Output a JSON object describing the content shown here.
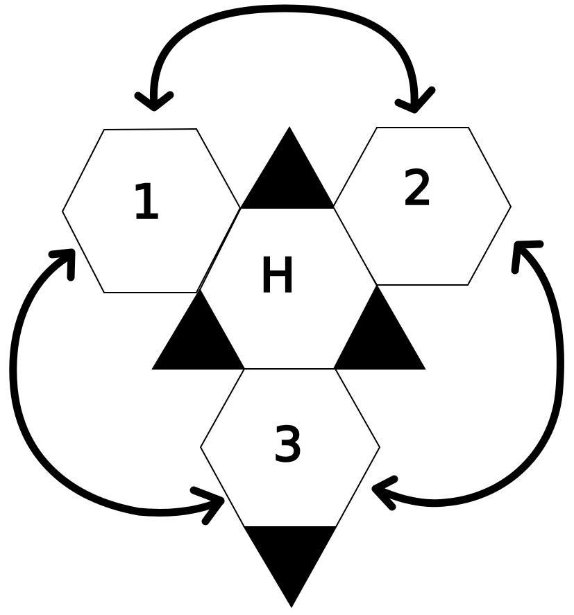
{
  "diagram": {
    "nodes": [
      {
        "id": "hex-1",
        "label": "1"
      },
      {
        "id": "hex-2",
        "label": "2"
      },
      {
        "id": "hex-h",
        "label": "H"
      },
      {
        "id": "hex-3",
        "label": "3"
      }
    ],
    "arrows": [
      {
        "from": "1",
        "to": "2",
        "direction": "bidirectional"
      },
      {
        "from": "1",
        "to": "3",
        "direction": "bidirectional"
      },
      {
        "from": "2",
        "to": "3",
        "direction": "bidirectional"
      }
    ],
    "triangle_count": 4,
    "colors": {
      "stroke": "#000000",
      "fill": "#ffffff",
      "triangle": "#000000"
    }
  }
}
